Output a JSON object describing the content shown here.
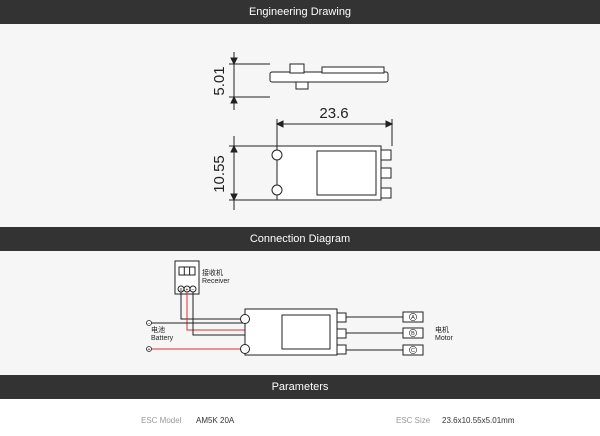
{
  "sections": {
    "drawing_title": "Engineering Drawing",
    "connection_title": "Connection Diagram",
    "parameters_title": "Parameters"
  },
  "drawing": {
    "height_dim": "5.01",
    "length_dim": "23.6",
    "width_dim": "10.55"
  },
  "connection": {
    "receiver_cn": "接收机",
    "receiver_en": "Receiver",
    "battery_cn": "电池",
    "battery_en": "Battery",
    "motor_cn": "电机",
    "motor_en": "Motor",
    "phase_a": "A",
    "phase_b": "B",
    "phase_c": "C",
    "minus_symbol": "−",
    "plus_symbol": "+",
    "signal_symbol": "S"
  },
  "parameters": {
    "model_label": "ESC Model",
    "model_value": "AM5K 20A",
    "size_label": "ESC Size",
    "size_value": "23.6x10.55x5.01mm"
  },
  "colors": {
    "header_bg": "#333333",
    "panel_bg": "#f6f6f6",
    "wire_red": "#e03030",
    "wire_black": "#222222"
  }
}
